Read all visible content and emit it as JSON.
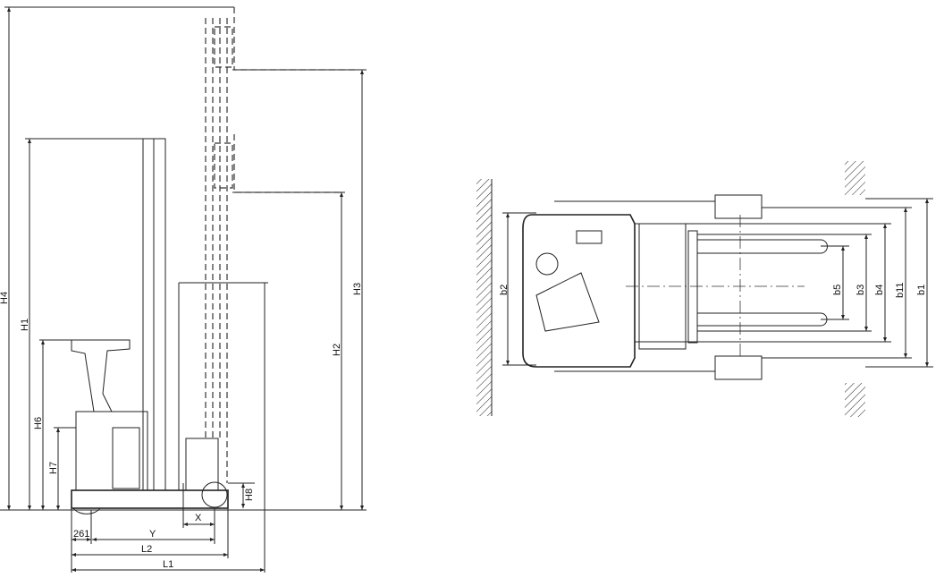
{
  "side_view": {
    "labels": {
      "H4": "H4",
      "H1": "H1",
      "H6": "H6",
      "H7": "H7",
      "H3": "H3",
      "H2": "H2",
      "H8": "H8",
      "X": "X",
      "Y": "Y",
      "d261": "261",
      "L2": "L2",
      "L1": "L1"
    }
  },
  "top_view": {
    "labels": {
      "b2": "b2",
      "b5": "b5",
      "b3": "b3",
      "b4": "b4",
      "b11": "b11",
      "b1": "b1"
    }
  }
}
